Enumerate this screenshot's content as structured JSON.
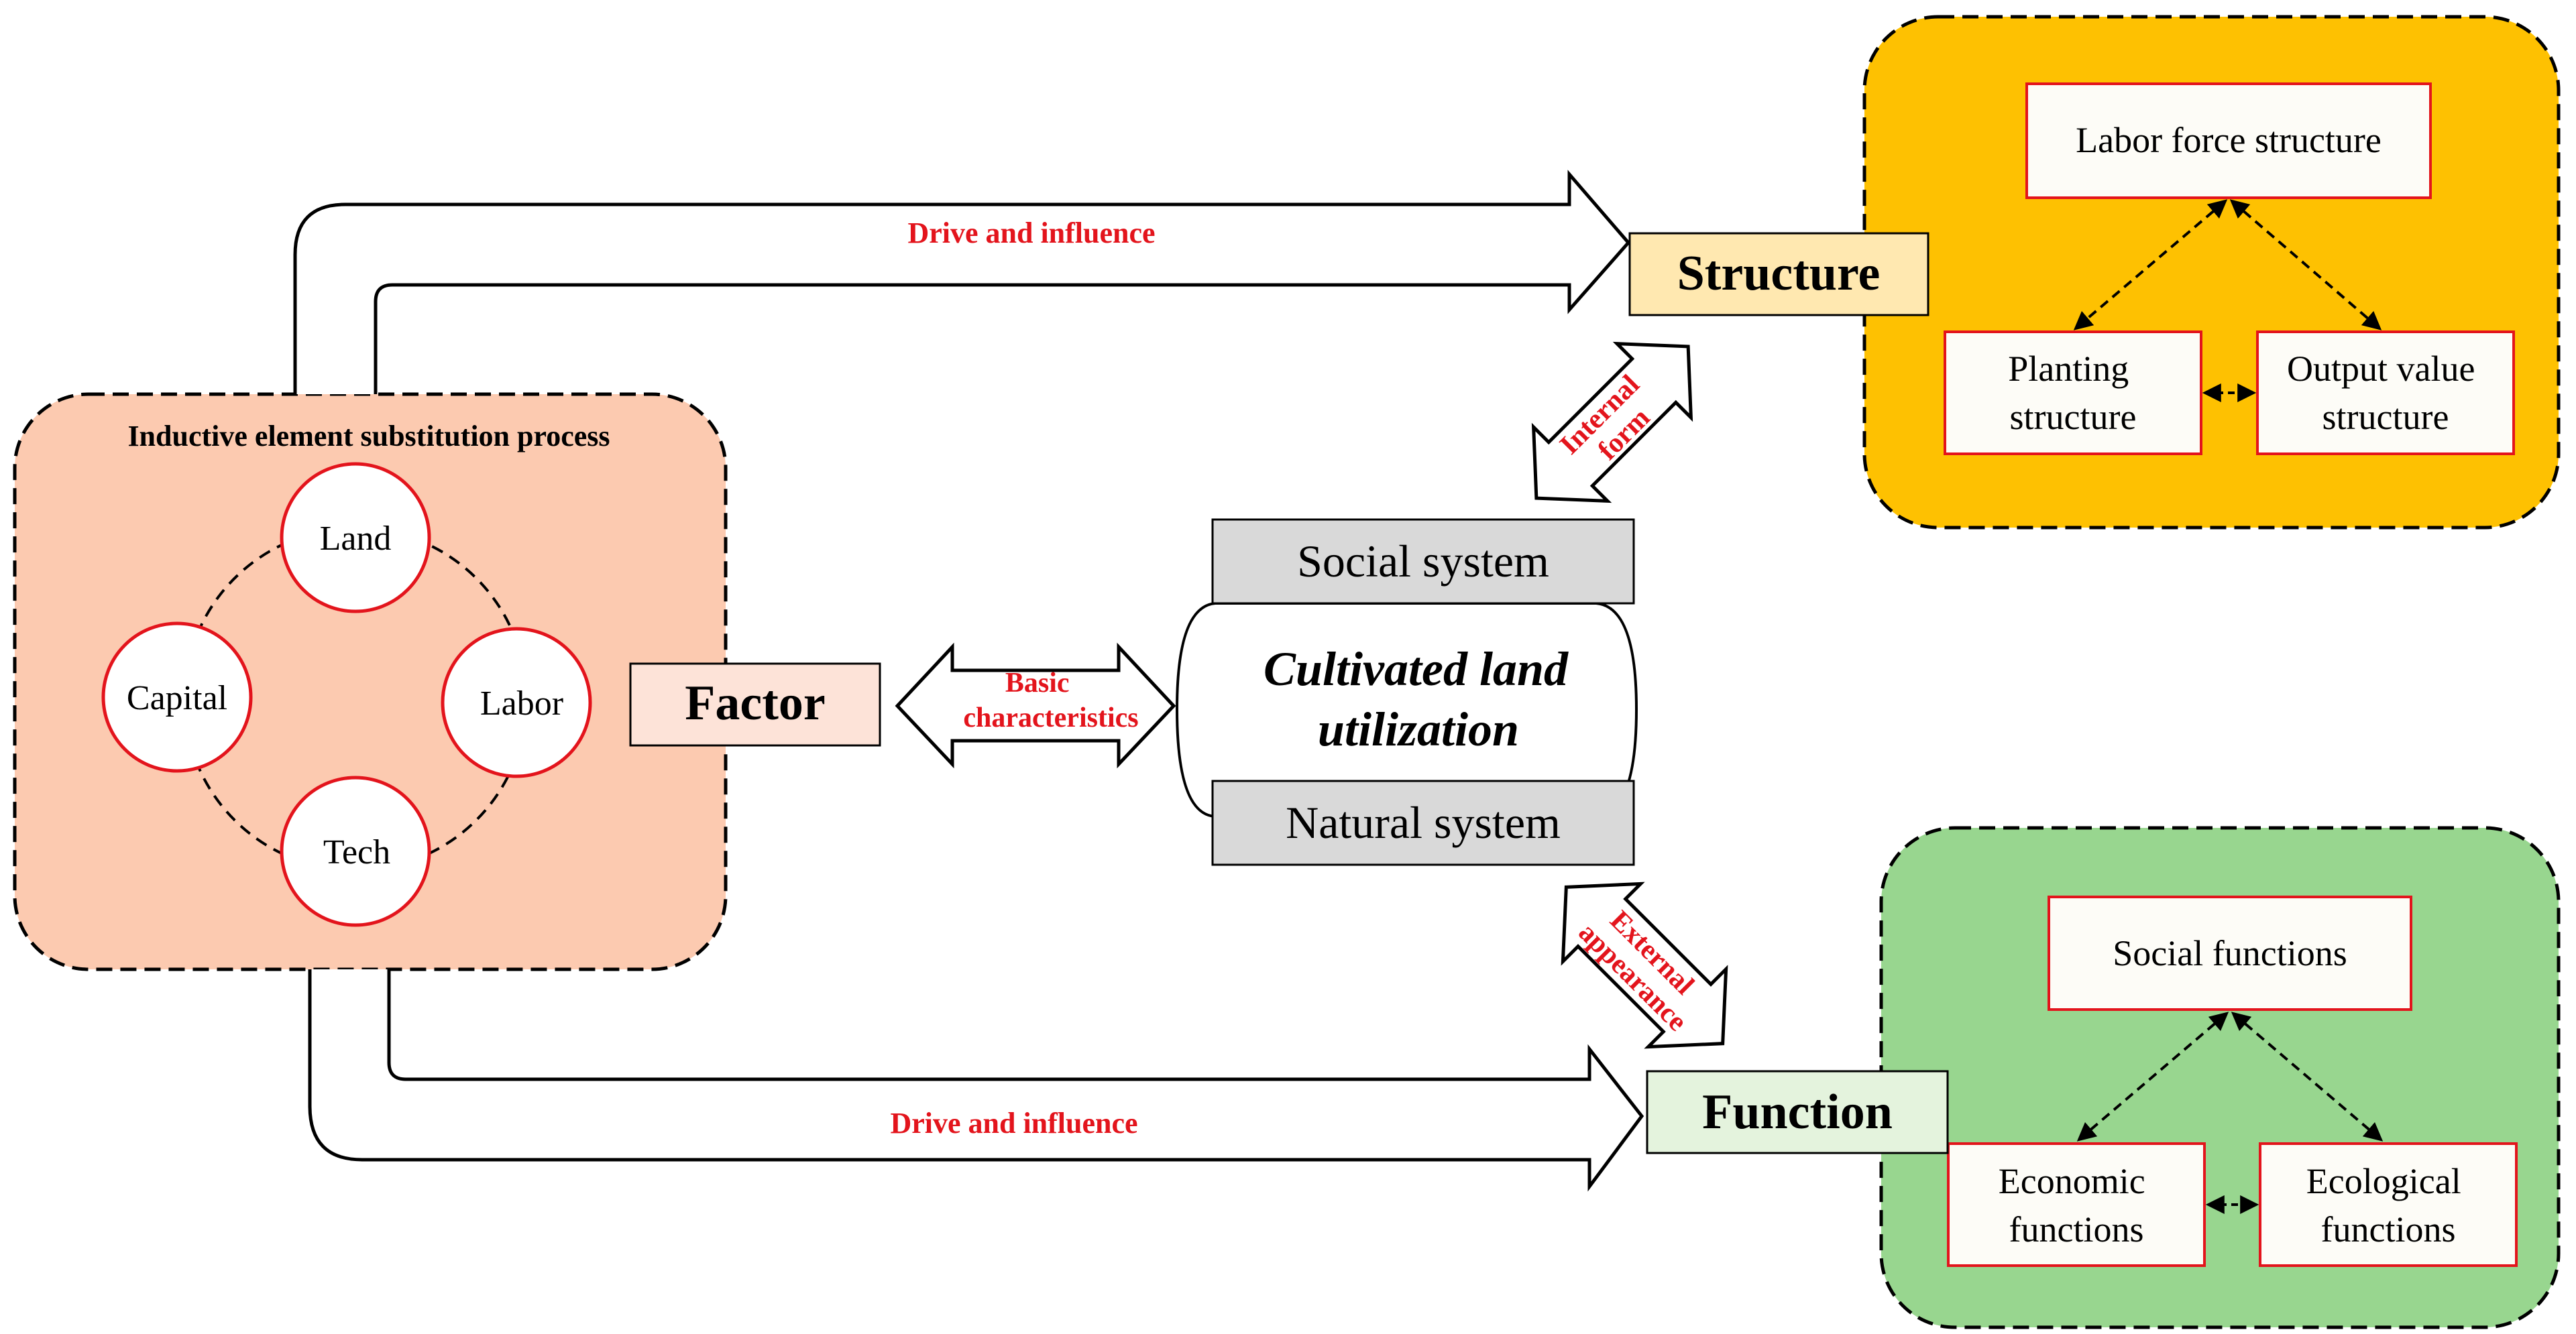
{
  "colors": {
    "red_label": "#e3141c",
    "left_panel_fill": "#fccab0",
    "structure_panel_fill": "#fec101",
    "function_panel_fill": "#98d68f",
    "structure_label_fill": "#ffe8b0",
    "function_label_fill": "#e4f3dd",
    "factor_label_fill": "#fde3d8",
    "system_box_fill": "#d9d9d9",
    "inner_box_fill": "#fdfcf7",
    "inner_box_border": "#e3141c"
  },
  "left_panel": {
    "title": "Inductive element substitution process",
    "circles": {
      "land": "Land",
      "capital": "Capital",
      "labor": "Labor",
      "tech": "Tech"
    }
  },
  "factor": {
    "label": "Factor"
  },
  "arrows": {
    "top_drive": "Drive and influence",
    "bottom_drive": "Drive and influence",
    "basic": [
      "Basic",
      "characteristics"
    ],
    "internal": [
      "Internal",
      "form"
    ],
    "external": [
      "External",
      "appearance"
    ]
  },
  "center": {
    "social": "Social system",
    "cultivated": [
      "Cultivated land",
      "utilization"
    ],
    "natural": "Natural system"
  },
  "structure": {
    "label": "Structure",
    "labor_force": "Labor force structure",
    "planting": [
      "Planting",
      "structure"
    ],
    "output": [
      "Output value",
      "structure"
    ]
  },
  "function": {
    "label": "Function",
    "social": "Social functions",
    "economic": [
      "Economic",
      "functions"
    ],
    "ecological": [
      "Ecological",
      "functions"
    ]
  }
}
